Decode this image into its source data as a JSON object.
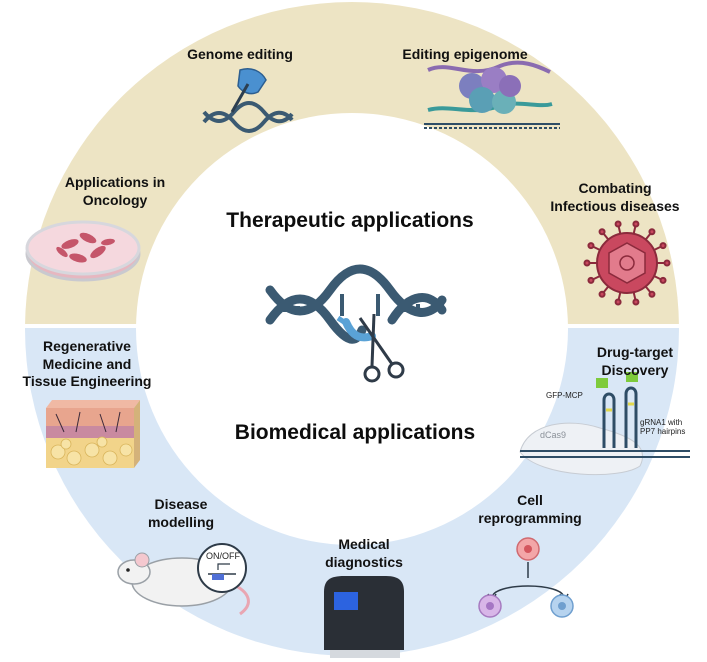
{
  "center": {
    "top_title": "Therapeutic applications",
    "bottom_title": "Biomedical  applications"
  },
  "colors": {
    "upper_ring": "#ede4c4",
    "lower_ring": "#d9e7f6",
    "dna_dark": "#3b5a72",
    "dna_light": "#5aa2d6",
    "divider": "#ffffff"
  },
  "segments": {
    "genome_editing": "Genome editing",
    "editing_epigenome": "Editing epigenome",
    "oncology": [
      "Applications in",
      "Oncology"
    ],
    "infectious": [
      "Combating",
      "Infectious diseases"
    ],
    "regenerative": [
      "Regenerative",
      "Medicine and",
      "Tissue Engineering"
    ],
    "drug_target": [
      "Drug-target",
      "Discovery"
    ],
    "disease_modelling": [
      "Disease",
      "modelling"
    ],
    "medical_diagnostics": [
      "Medical",
      "diagnostics"
    ],
    "cell_reprogramming": [
      "Cell",
      "reprogramming"
    ]
  },
  "drug_target_labels": {
    "gfp": "GFP-MCP",
    "grna": [
      "gRNA1 with",
      "PP7 hairpins"
    ],
    "dcas9": "dCas9"
  },
  "mouse_label": "ON/OFF"
}
